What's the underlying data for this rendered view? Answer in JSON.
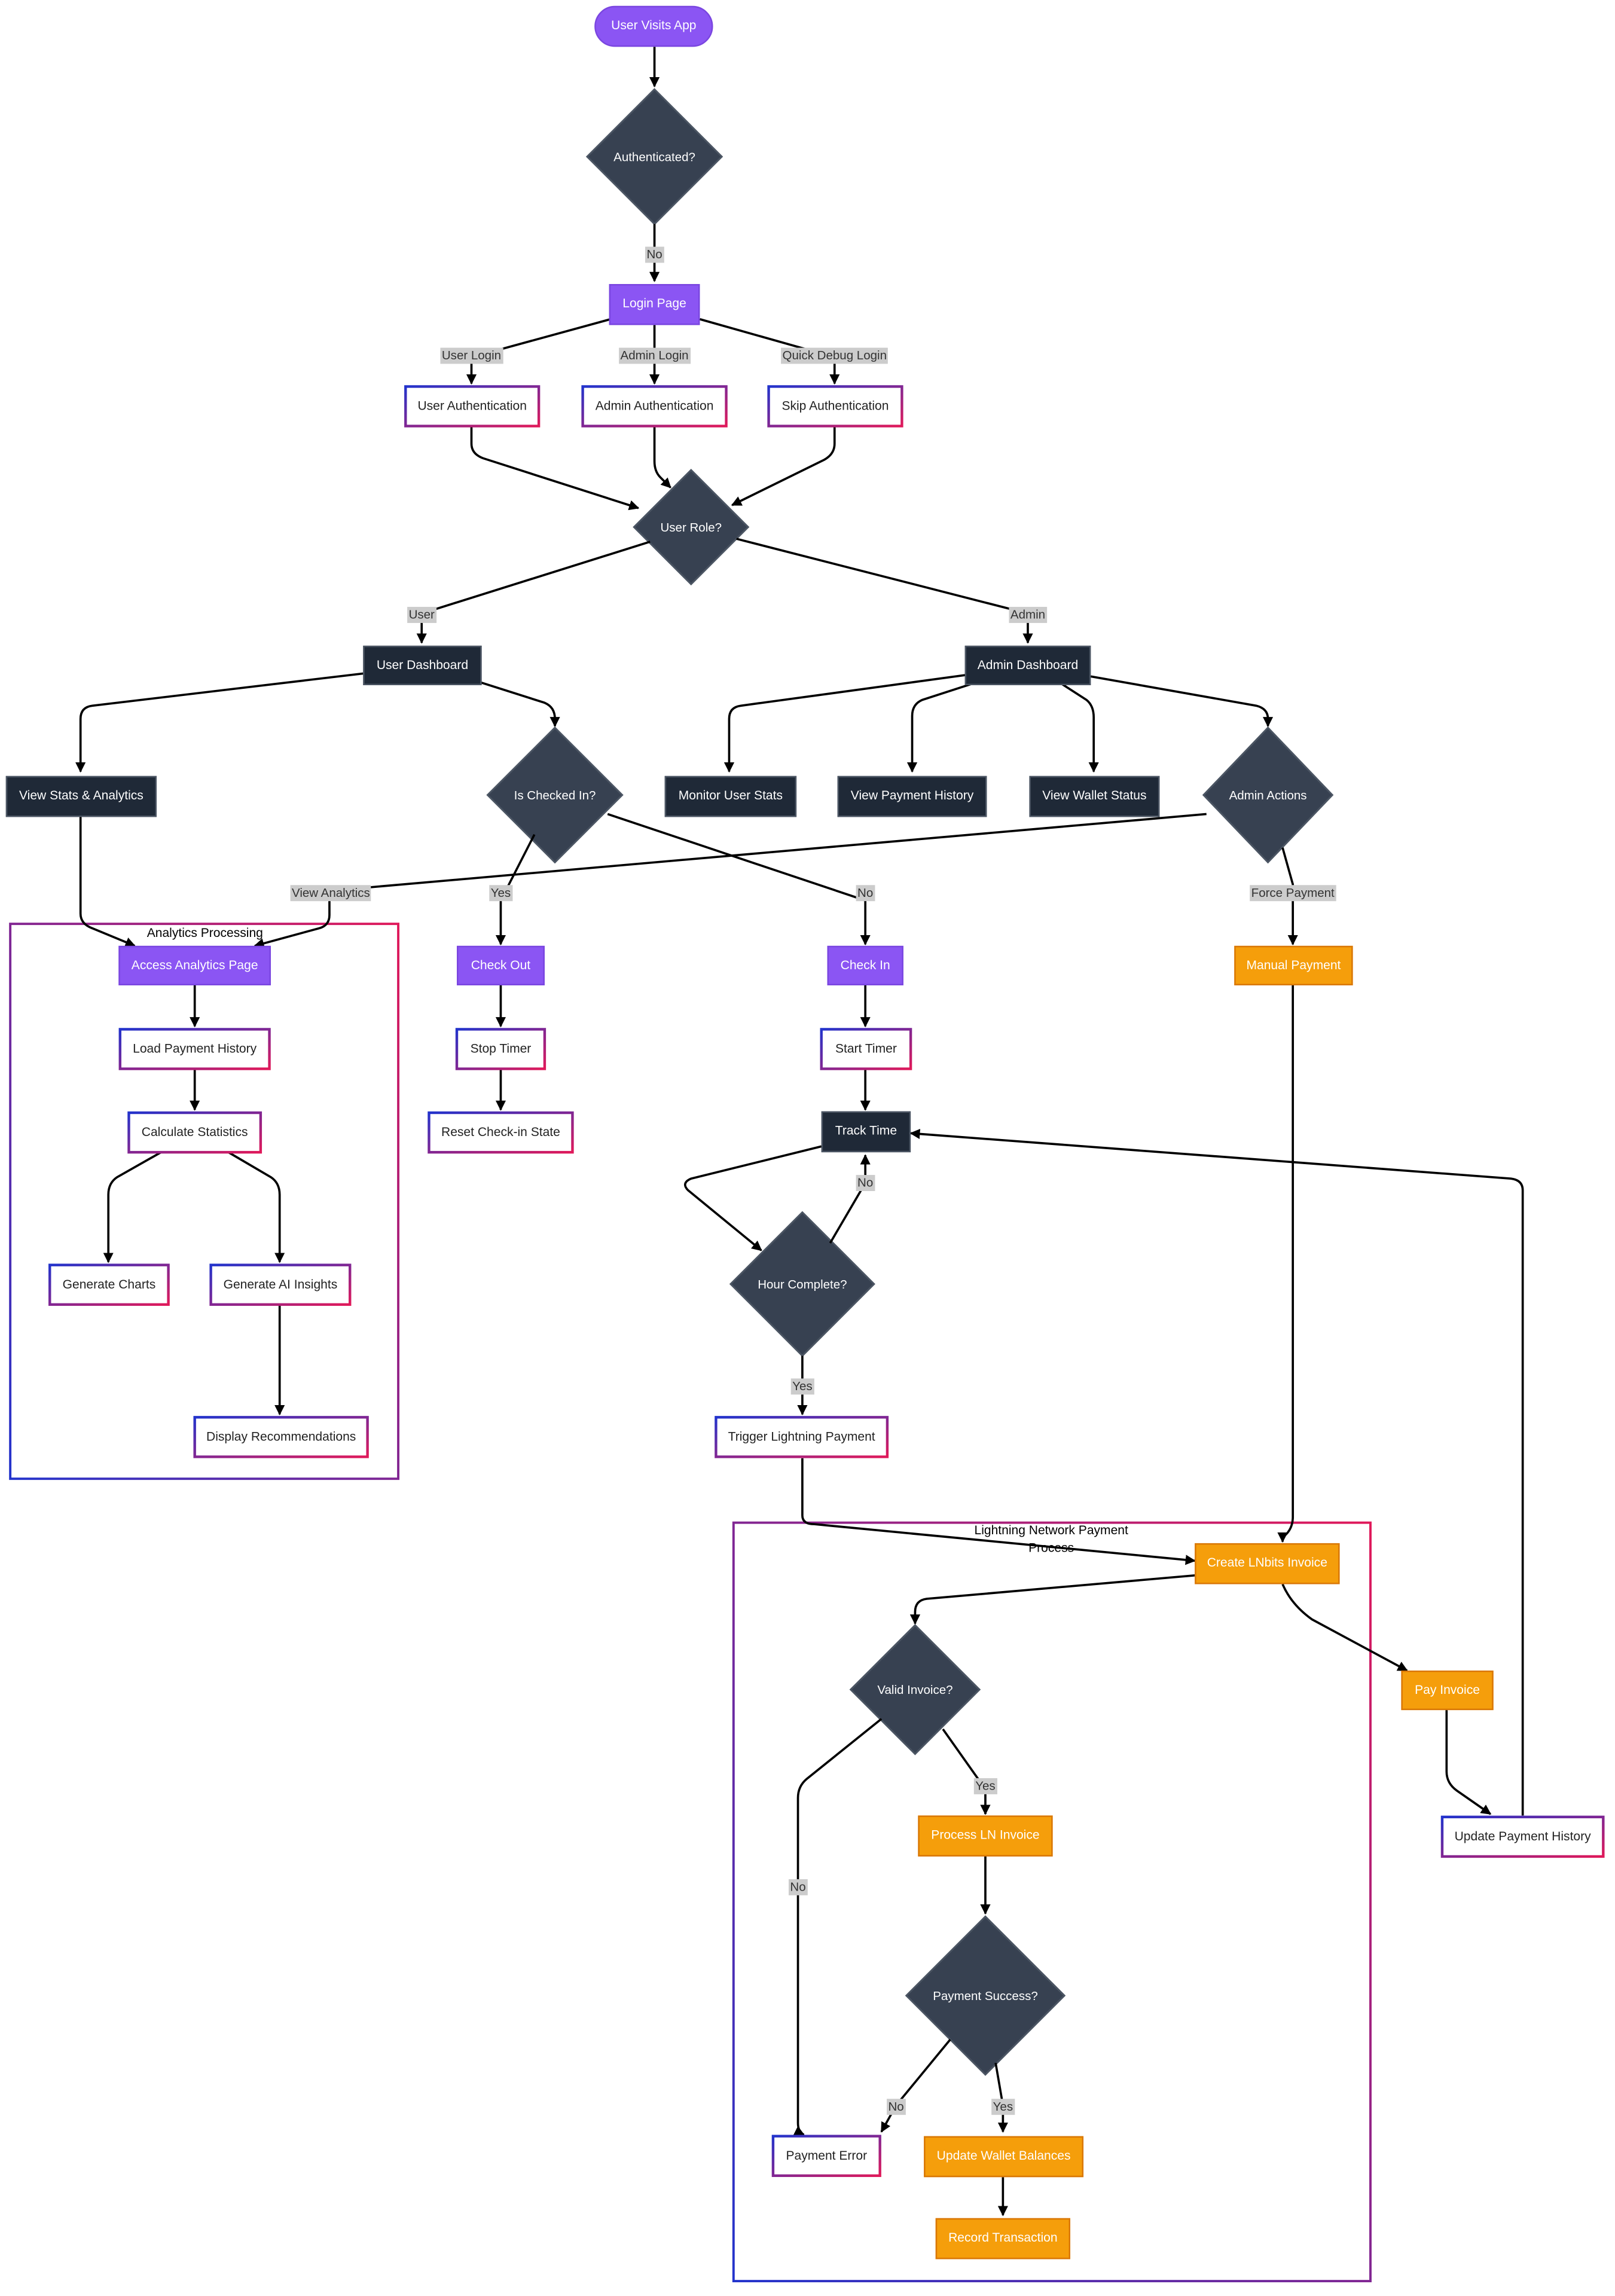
{
  "nodes": {
    "user_visits_app": "User Visits App",
    "authenticated": "Authenticated?",
    "login_page": "Login Page",
    "user_authentication": "User Authentication",
    "admin_authentication": "Admin Authentication",
    "skip_authentication": "Skip Authentication",
    "user_role": "User Role?",
    "user_dashboard": "User Dashboard",
    "admin_dashboard": "Admin Dashboard",
    "view_stats_analytics": "View Stats & Analytics",
    "is_checked_in": "Is Checked In?",
    "monitor_user_stats": "Monitor User Stats",
    "view_payment_history": "View Payment History",
    "view_wallet_status": "View Wallet Status",
    "admin_actions": "Admin Actions",
    "access_analytics_page": "Access Analytics Page",
    "load_payment_history": "Load Payment History",
    "calculate_statistics": "Calculate Statistics",
    "generate_charts": "Generate Charts",
    "generate_ai_insights": "Generate AI Insights",
    "display_recommendations": "Display Recommendations",
    "check_out": "Check Out",
    "stop_timer": "Stop Timer",
    "reset_checkin_state": "Reset Check-in State",
    "check_in": "Check In",
    "start_timer": "Start Timer",
    "track_time": "Track Time",
    "hour_complete": "Hour Complete?",
    "trigger_lightning_payment": "Trigger Lightning Payment",
    "manual_payment": "Manual Payment",
    "create_lnbits_invoice": "Create LNbits Invoice",
    "valid_invoice": "Valid Invoice?",
    "pay_invoice": "Pay Invoice",
    "update_payment_history": "Update Payment History",
    "process_ln_invoice": "Process LN Invoice",
    "payment_success": "Payment Success?",
    "payment_error": "Payment Error",
    "update_wallet_balances": "Update Wallet Balances",
    "record_transaction": "Record Transaction"
  },
  "edge_labels": {
    "auth_no": "No",
    "user_login": "User Login",
    "admin_login": "Admin Login",
    "quick_debug_login": "Quick Debug Login",
    "role_user": "User",
    "role_admin": "Admin",
    "view_analytics": "View Analytics",
    "checked_yes": "Yes",
    "checked_no": "No",
    "force_payment": "Force Payment",
    "hour_no": "No",
    "hour_yes": "Yes",
    "valid_yes": "Yes",
    "valid_no": "No",
    "success_no": "No",
    "success_yes": "Yes"
  },
  "subgraphs": {
    "analytics": "Analytics Processing",
    "lightning_line1": "Lightning Network Payment",
    "lightning_line2": "Process"
  },
  "colors": {
    "purple": "#8b55f3",
    "dark": "#1f2937",
    "diamond": "#374151",
    "orange": "#f59e0b",
    "outline_blue": "#2233cc",
    "outline_pink": "#e0195a"
  }
}
